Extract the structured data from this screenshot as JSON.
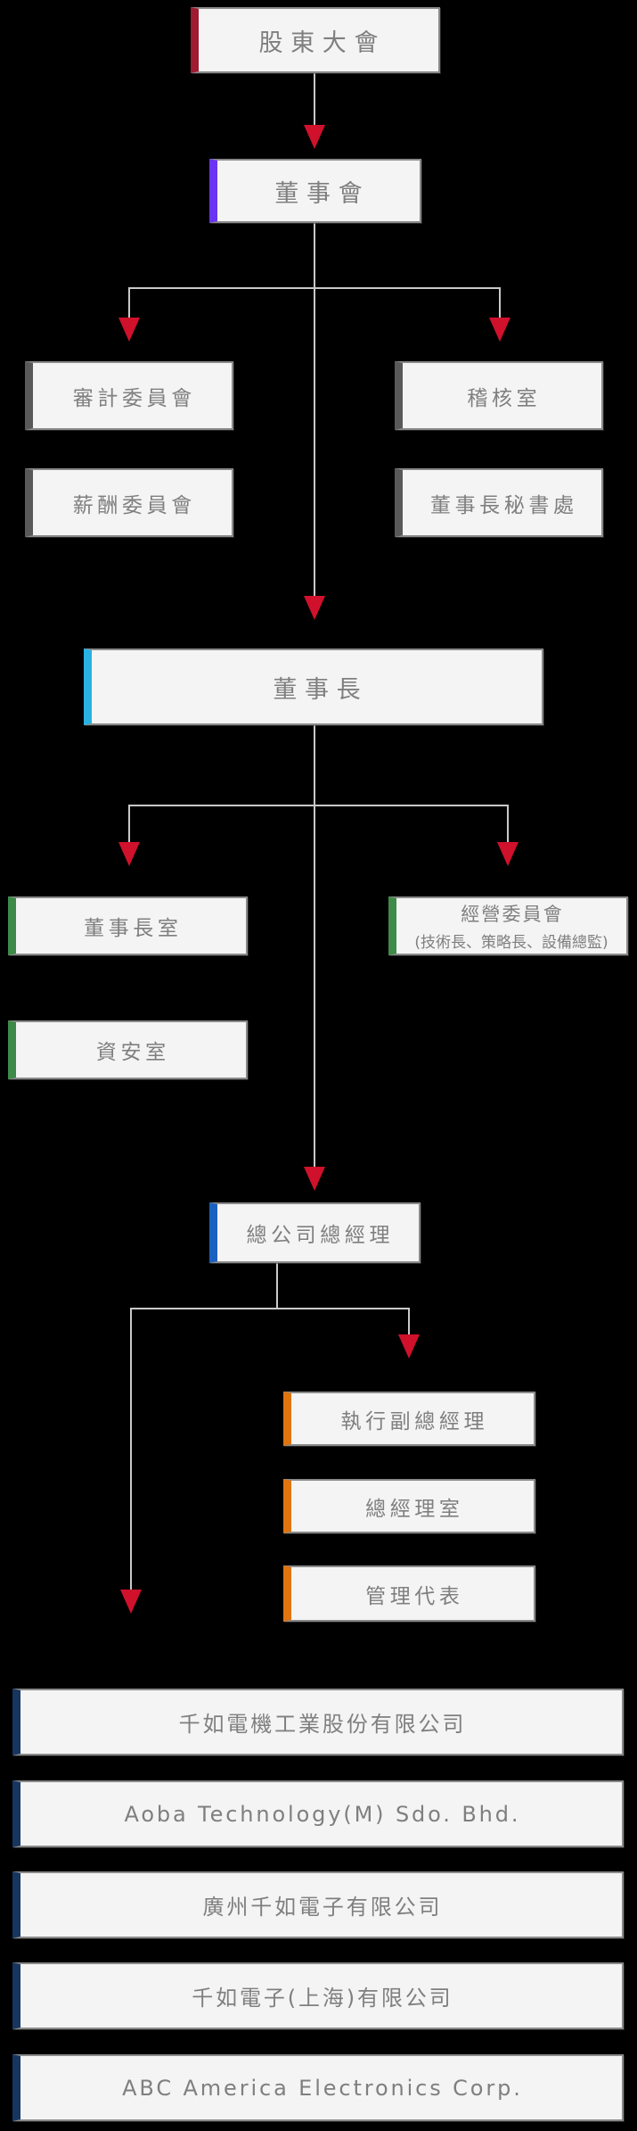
{
  "palette": {
    "background": "#000000",
    "box_background": "#f4f4f4",
    "box_border": "#8a8a8a",
    "text": "#7f7f7f",
    "connector_line": "#c9c9c9",
    "arrow": "#d0112b"
  },
  "nodes": {
    "shareholders_meeting": {
      "label": "股東大會",
      "accent": "#9e1b32"
    },
    "board_of_directors": {
      "label": "董事會",
      "accent": "#6934f2"
    },
    "audit_committee": {
      "label": "審計委員會",
      "accent": "#595959"
    },
    "audit_office": {
      "label": "稽核室",
      "accent": "#595959"
    },
    "compensation_committee": {
      "label": "薪酬委員會",
      "accent": "#595959"
    },
    "chairman_secretariat": {
      "label": "董事長秘書處",
      "accent": "#595959"
    },
    "chairman": {
      "label": "董事長",
      "accent": "#29b1e2"
    },
    "chairman_office": {
      "label": "董事長室",
      "accent": "#3e8a49"
    },
    "management_committee": {
      "label": "經營委員會",
      "sublabel": "(技術長、策略長、設備總監)",
      "accent": "#3e8a49"
    },
    "information_security_office": {
      "label": "資安室",
      "accent": "#3e8a49"
    },
    "hq_general_manager": {
      "label": "總公司總經理",
      "accent": "#1a60c0"
    },
    "executive_vice_president": {
      "label": "執行副總經理",
      "accent": "#e0740e"
    },
    "general_manager_office": {
      "label": "總經理室",
      "accent": "#e0740e"
    },
    "management_representative": {
      "label": "管理代表",
      "accent": "#e0740e"
    }
  },
  "subsidiaries": [
    {
      "label": "千如電機工業股份有限公司",
      "accent": "#17365f"
    },
    {
      "label": "Aoba Technology(M) Sdo. Bhd.",
      "accent": "#17365f"
    },
    {
      "label": "廣州千如電子有限公司",
      "accent": "#17365f"
    },
    {
      "label": "千如電子(上海)有限公司",
      "accent": "#17365f"
    },
    {
      "label": "ABC America Electronics Corp.",
      "accent": "#17365f"
    }
  ]
}
